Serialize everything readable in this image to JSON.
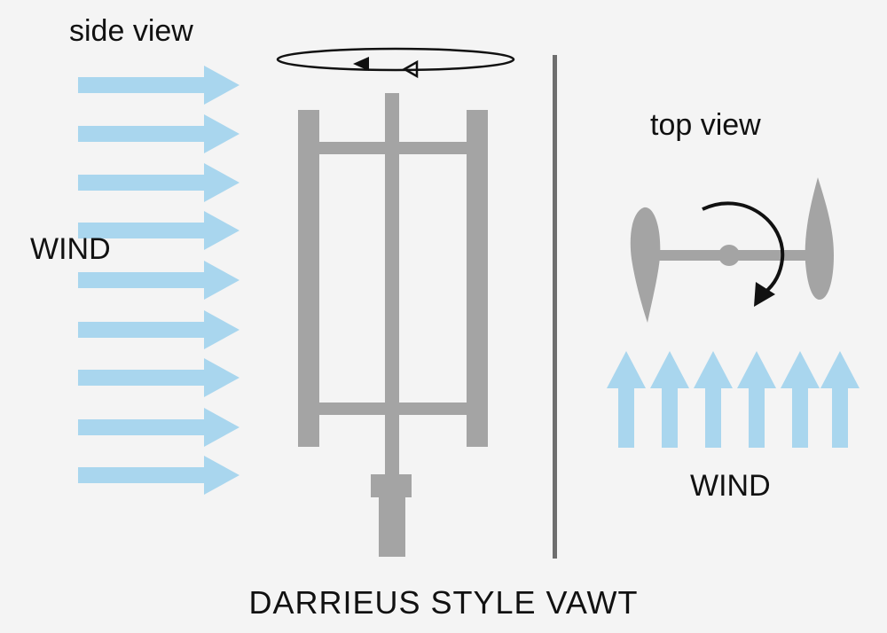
{
  "labels": {
    "side_view": "side view",
    "top_view": "top view",
    "wind_left": "WIND",
    "wind_right": "WIND",
    "title": "DARRIEUS STYLE VAWT"
  },
  "colors": {
    "background": "#f4f4f4",
    "wind_arrow": "#a9d6ee",
    "turbine": "#a4a4a4",
    "divider": "#6e6e6e",
    "rotation_arrow": "#111111"
  },
  "icons": {
    "side_rotation": "counterclockwise-rotation-arrow-icon",
    "top_rotation": "clockwise-rotation-arrow-icon"
  }
}
